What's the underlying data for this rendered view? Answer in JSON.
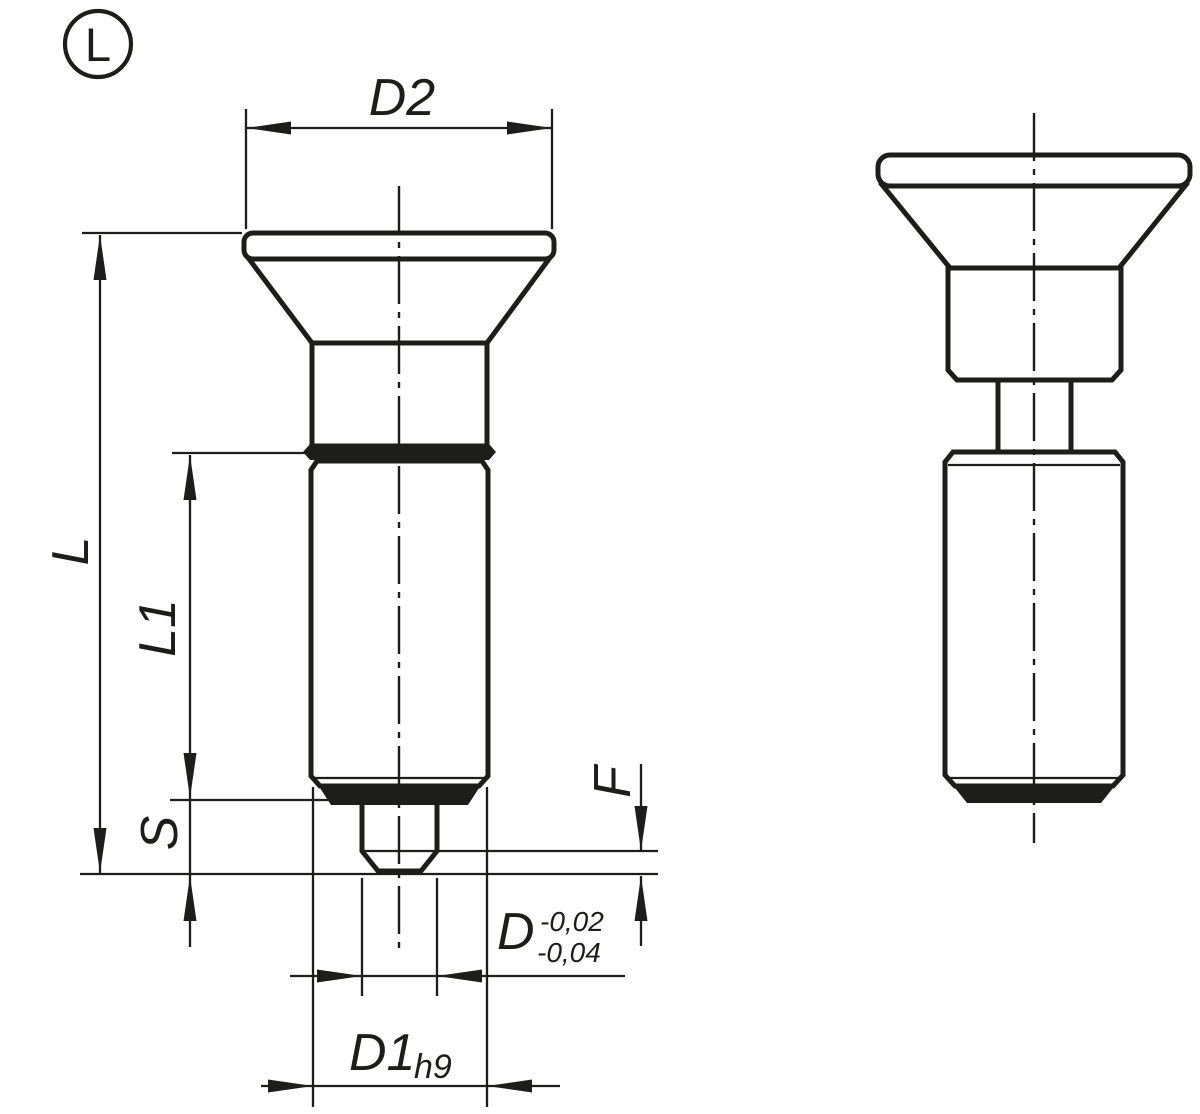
{
  "drawing": {
    "variant_badge": "L",
    "line_color": "#1d1d1b",
    "background": "#ffffff"
  },
  "dims": {
    "d2": {
      "label": "D2"
    },
    "l": {
      "label": "L"
    },
    "l1": {
      "label": "L1"
    },
    "s": {
      "label": "S"
    },
    "f": {
      "label": "F"
    },
    "d": {
      "label": "D",
      "tol_upper": "-0,02",
      "tol_lower": "-0,04"
    },
    "d1": {
      "label": "D1",
      "tol": "h9"
    }
  }
}
